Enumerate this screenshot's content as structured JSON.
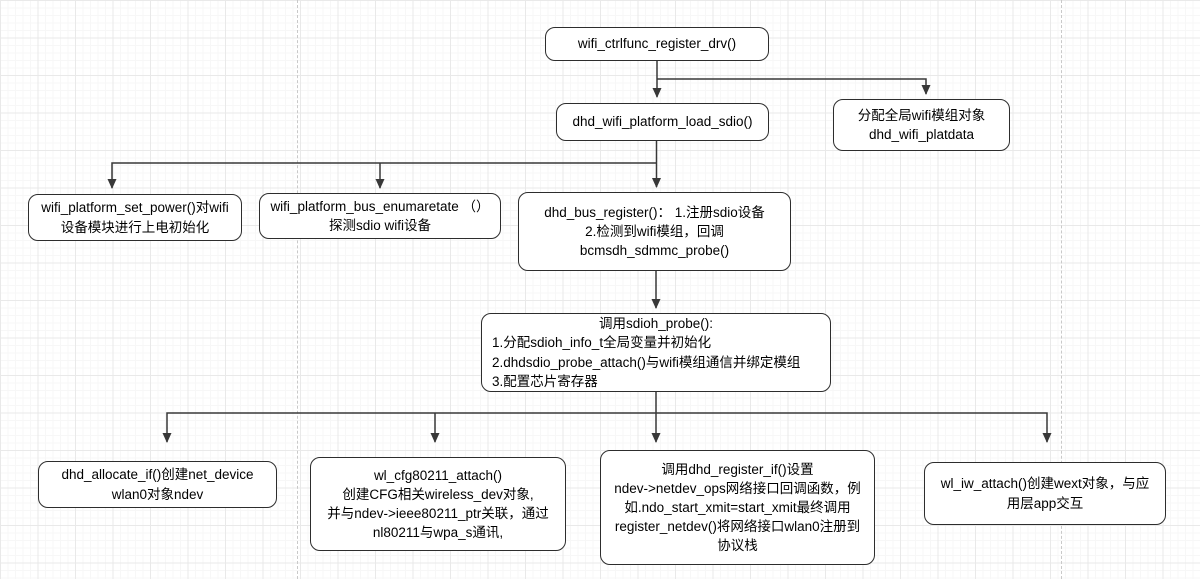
{
  "diagram": {
    "title_hint": "wifi driver registration flowchart",
    "colors": {
      "node_fill": "#ffffff",
      "node_border": "#2d2d2d",
      "arrow": "#383838",
      "grid_major": "#e9e9e9",
      "grid_minor": "#f7f7f7",
      "page_break_dash": "#c9c9c9",
      "text": "#000000"
    },
    "nodes": {
      "wifi_ctrlfunc_register_drv": {
        "text": "wifi_ctrlfunc_register_drv()"
      },
      "dhd_wifi_platform_load_sdio": {
        "text": "dhd_wifi_platform_load_sdio()"
      },
      "dhd_wifi_platdata": {
        "text": "分配全局wifi模组对象\ndhd_wifi_platdata"
      },
      "wifi_platform_set_power": {
        "text": "wifi_platform_set_power()对wifi\n设备模块进行上电初始化"
      },
      "wifi_platform_bus_enumaretate": {
        "text": "wifi_platform_bus_enumaretate （）\n探测sdio wifi设备"
      },
      "dhd_bus_register": {
        "text": "dhd_bus_register()： 1.注册sdio设备\n2.检测到wifi模组，回调\nbcmsdh_sdmmc_probe()"
      },
      "sdioh_probe": {
        "title": "调用sdioh_probe():",
        "body": "1.分配sdioh_info_t全局变量并初始化\n2.dhdsdio_probe_attach()与wifi模组通信并绑定模组\n3.配置芯片寄存器"
      },
      "dhd_allocate_if": {
        "text": "dhd_allocate_if()创建net_device\nwlan0对象ndev"
      },
      "wl_cfg80211_attach": {
        "text": "wl_cfg80211_attach()\n创建CFG相关wireless_dev对象,\n并与ndev->ieee80211_ptr关联，通过\nnl80211与wpa_s通讯,"
      },
      "dhd_register_if": {
        "text": "调用dhd_register_if()设置\nndev->netdev_ops网络接口回调函数，例\n如.ndo_start_xmit=start_xmit最终调用\nregister_netdev()将网络接口wlan0注册到\n协议栈"
      },
      "wl_iw_attach": {
        "text": "wl_iw_attach()创建wext对象，与应\n用层app交互"
      }
    }
  }
}
